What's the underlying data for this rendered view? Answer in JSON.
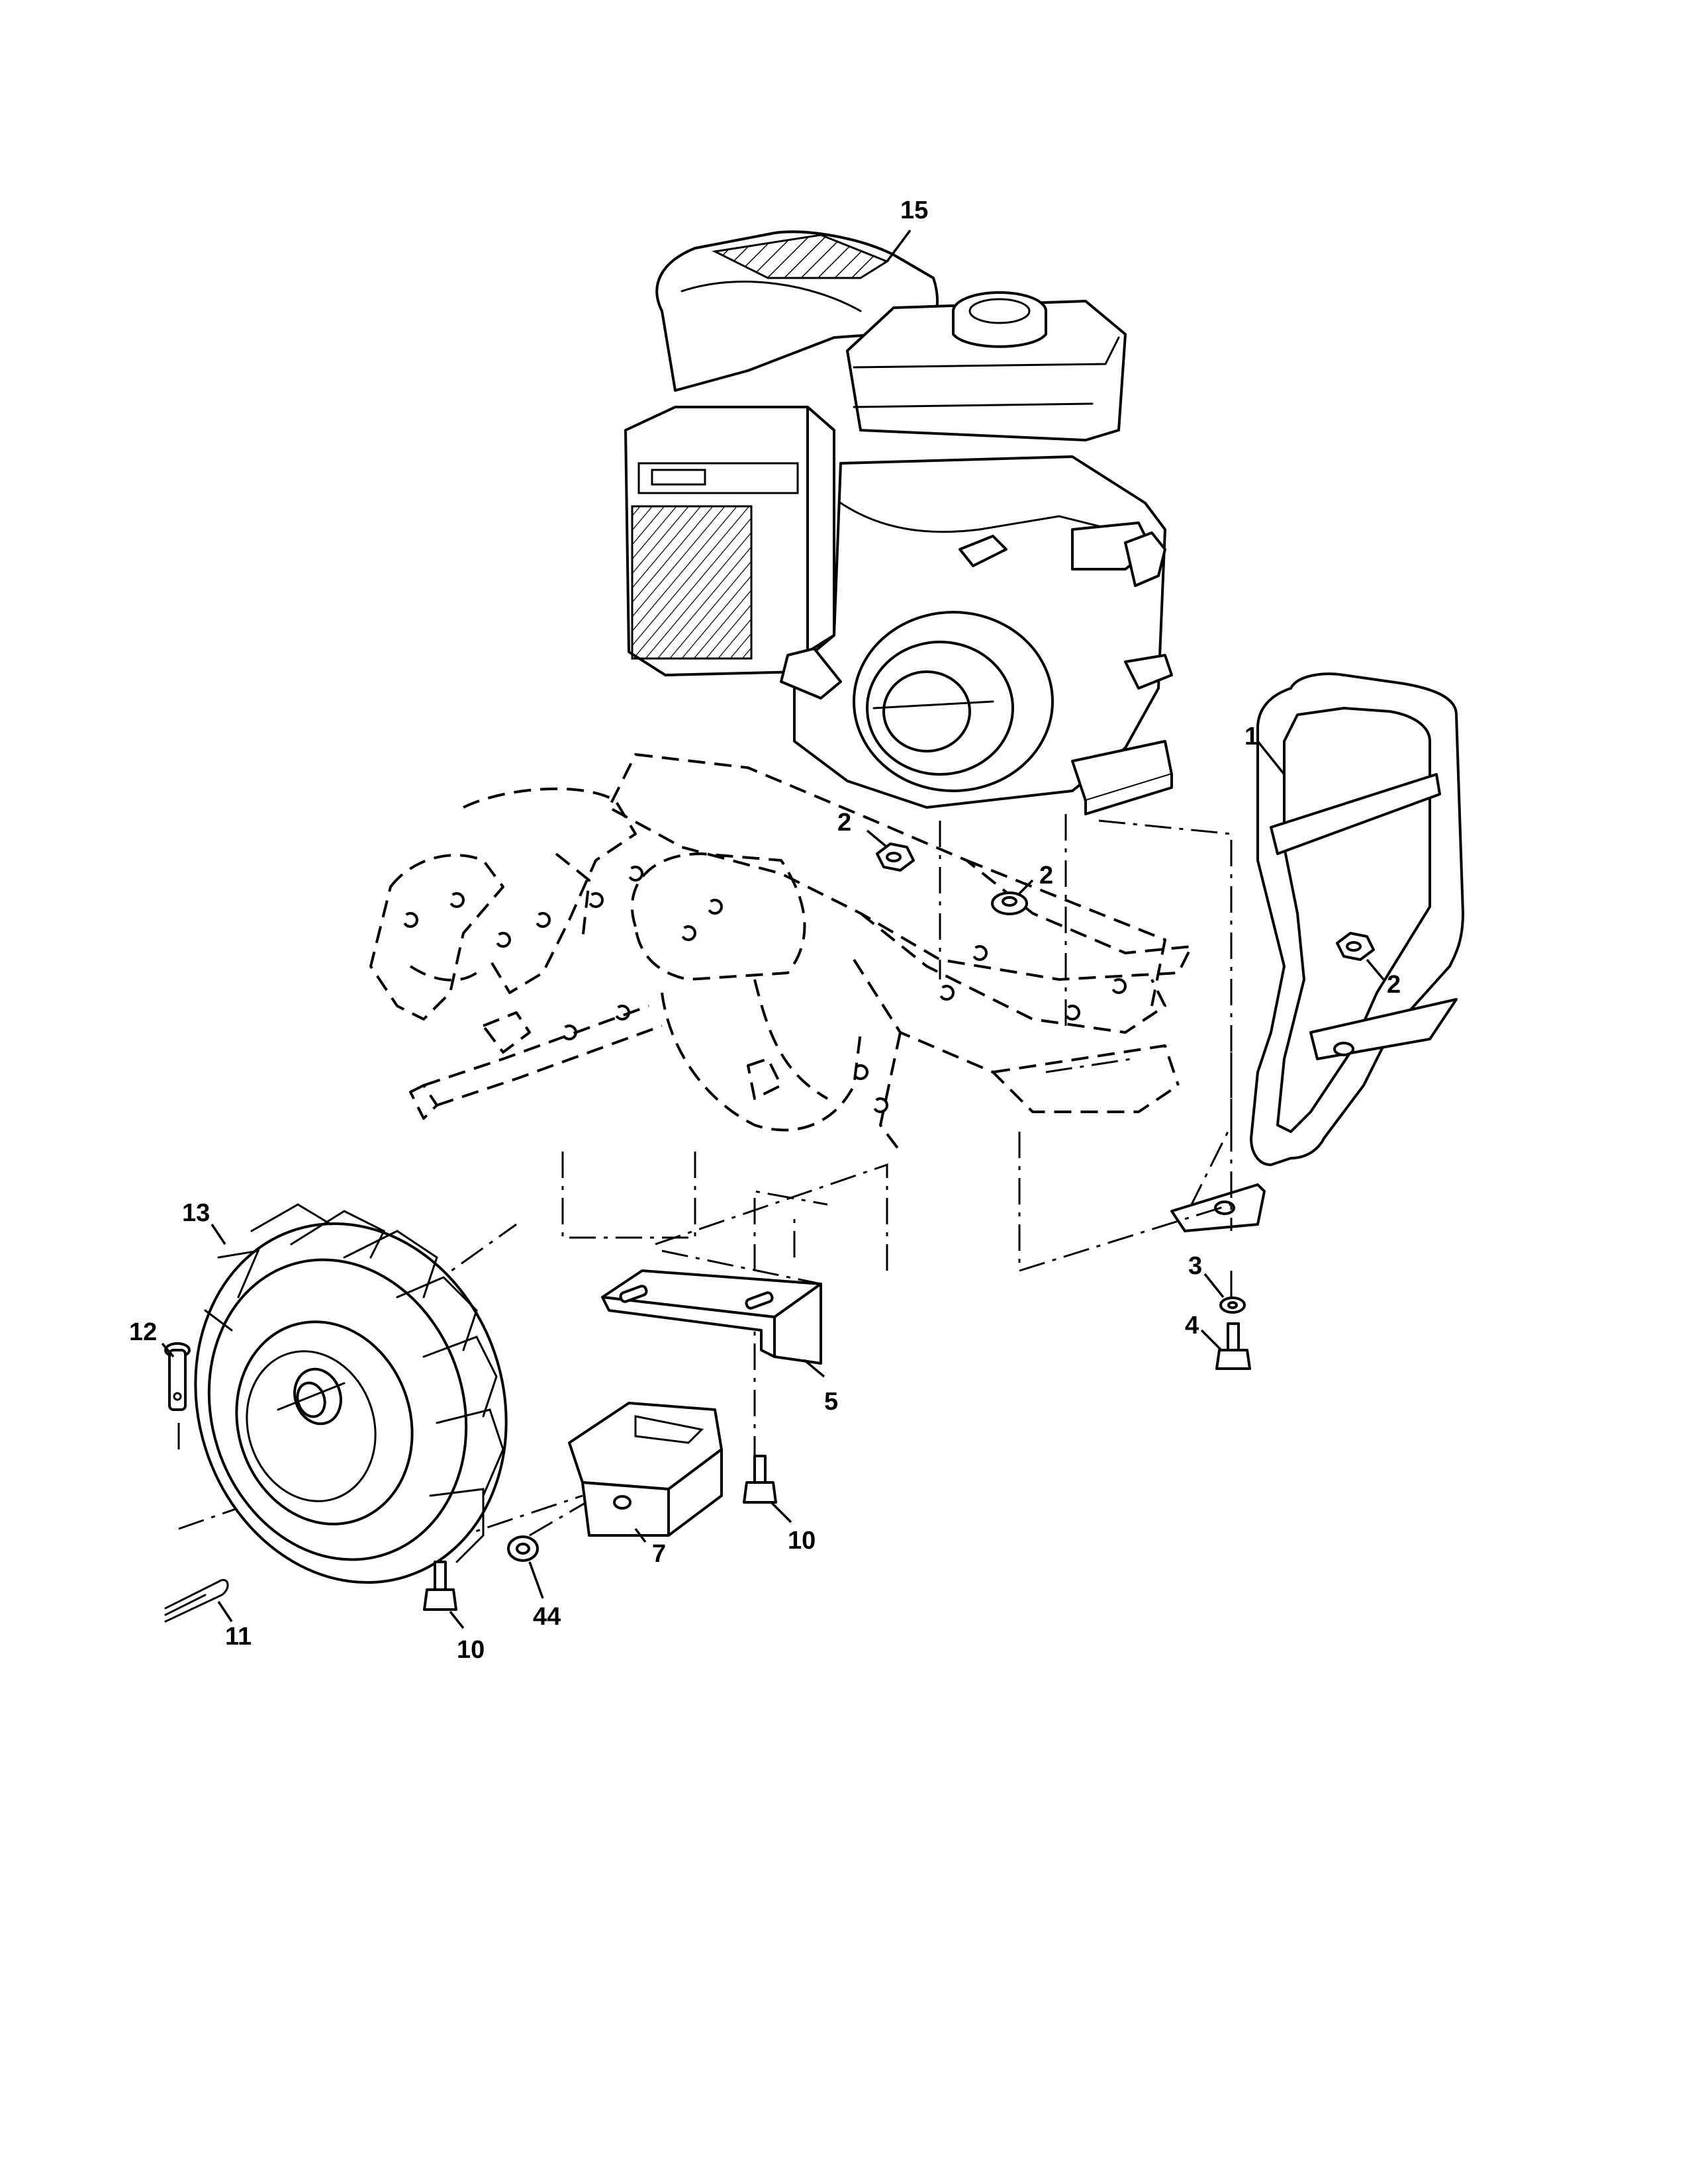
{
  "callouts": {
    "c1": "1",
    "c2a": "2",
    "c2b": "2",
    "c2c": "2",
    "c3": "3",
    "c4": "4",
    "c5": "5",
    "c7": "7",
    "c10a": "10",
    "c10b": "10",
    "c11": "11",
    "c12": "12",
    "c13": "13",
    "c15": "15",
    "c44": "44"
  },
  "colors": {
    "ink": "#000000",
    "paper": "#ffffff"
  }
}
